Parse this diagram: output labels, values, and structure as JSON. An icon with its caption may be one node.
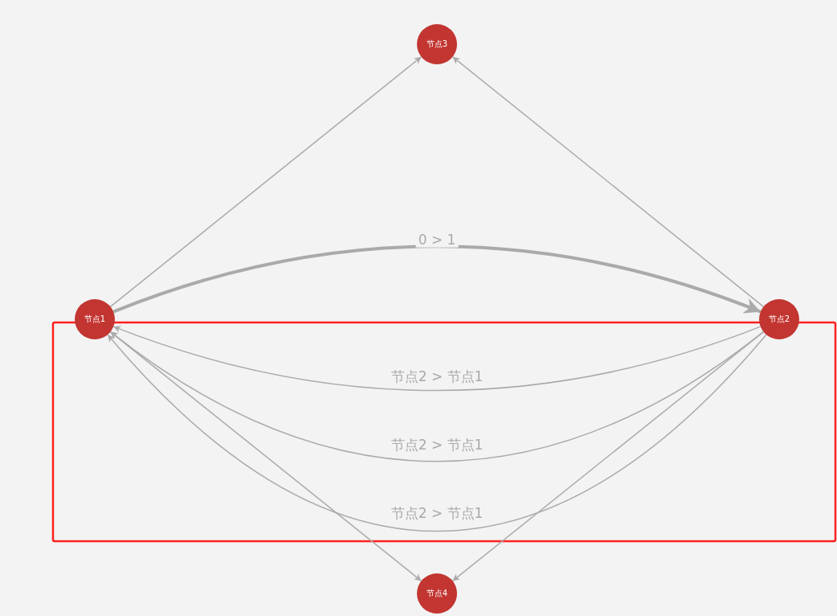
{
  "diagram": {
    "nodes": [
      {
        "text": [
          "节点3"
        ]
      },
      {
        "text": [
          "节点1"
        ]
      },
      {
        "text": [
          "节点2"
        ]
      },
      {
        "text": [
          "节点4"
        ]
      }
    ],
    "edges": [
      {
        "from": 1,
        "to": 0,
        "arrow": "to"
      },
      {
        "from": 2,
        "to": 0,
        "arrow": "to"
      },
      {
        "from": 1,
        "to": 2,
        "arrow": "to",
        "label": "0 > 1",
        "style": "thick"
      },
      {
        "from": 2,
        "to": 1,
        "arrow": "to",
        "label": "节点2 > 节点1"
      },
      {
        "from": 2,
        "to": 1,
        "arrow": "to",
        "label": "节点2 > 节点1"
      },
      {
        "from": 2,
        "to": 1,
        "arrow": "to",
        "label": "节点2 > 节点1"
      },
      {
        "from": 1,
        "to": 3,
        "arrow": "both"
      },
      {
        "from": 2,
        "to": 3,
        "arrow": "to"
      }
    ]
  }
}
